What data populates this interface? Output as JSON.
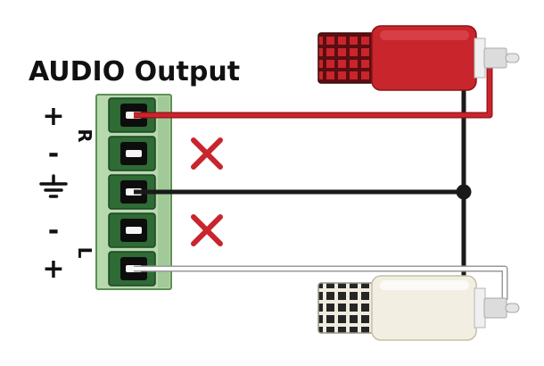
{
  "title": "AUDIO Output",
  "labels": {
    "plus_top": "+",
    "channel_right": "R",
    "minus_top": "-",
    "ground_symbol": "earth-ground",
    "minus_bottom": "-",
    "channel_left": "L",
    "plus_bottom": "+"
  },
  "wiring": [
    {
      "terminal": 1,
      "polarity": "+",
      "channel": "R",
      "wire": "red",
      "connects_to": "red RCA plug center pin"
    },
    {
      "terminal": 2,
      "polarity": "-",
      "channel": "R",
      "wire": "none",
      "mark": "X (do not connect)"
    },
    {
      "terminal": 3,
      "polarity": "ground",
      "wire": "black",
      "connects_to": "both RCA plug grounds via junction"
    },
    {
      "terminal": 4,
      "polarity": "-",
      "channel": "L",
      "wire": "none",
      "mark": "X (do not connect)"
    },
    {
      "terminal": 5,
      "polarity": "+",
      "channel": "L",
      "wire": "white",
      "connects_to": "white RCA plug center pin"
    }
  ],
  "colors": {
    "text": "#111111",
    "wire_red": "#c9252c",
    "wire_red_outline": "#9e171c",
    "wire_black": "#1a1a1a",
    "wire_white_core": "#ffffff",
    "wire_white_outline": "#9a9a9a",
    "no_connect_x": "#c9252c",
    "block_body": "#b7d9ae",
    "block_border": "#5d8f55",
    "block_shade": "#9cc492",
    "terminal_green": "#2f6b35",
    "terminal_border": "#1d4423",
    "terminal_hole": "#0d0d0d",
    "screw_slot": "#f5f5f5",
    "rca_red_body": "#c9252c",
    "rca_red_grip_bg": "#5a0e12",
    "rca_white_body": "#f2efe2",
    "rca_white_grip_square": "#262626",
    "metal_ring": "#f0f0f0",
    "metal_shaft": "#dcdcdc"
  }
}
